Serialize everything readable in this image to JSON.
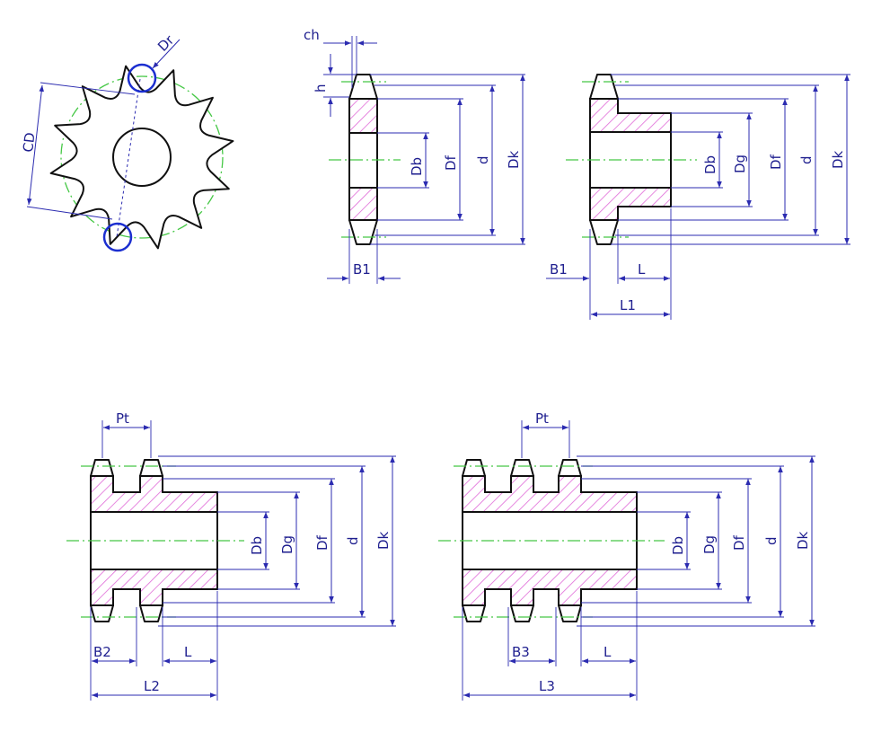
{
  "colors": {
    "outline": "#111111",
    "dimension": "#2b2bb0",
    "centerline": "#46c846",
    "hatch": "#e06ad8",
    "roller": "#1c2fd0"
  },
  "labels": {
    "dr": "Dr",
    "cd": "CD",
    "ch": "ch",
    "h": "h",
    "db": "Db",
    "dg": "Dg",
    "df": "Df",
    "d": "d",
    "dk": "Dk",
    "b1": "B1",
    "b2": "B2",
    "b3": "B3",
    "l": "L",
    "l1": "L1",
    "l2": "L2",
    "l3": "L3",
    "pt": "Pt"
  }
}
